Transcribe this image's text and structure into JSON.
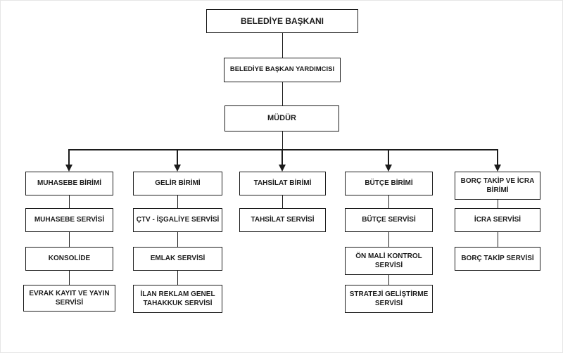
{
  "colors": {
    "line": "#1c1c1c",
    "box_border": "#1c1c1c",
    "box_background": "#ffffff",
    "text": "#1c1c1c",
    "background": "#ffffff"
  },
  "icons": {
    "down-arrow": "▼"
  },
  "org": {
    "mayor": "BELEDİYE BAŞKANI",
    "deputy": "BELEDİYE BAŞKAN YARDIMCISI",
    "director": "MÜDÜR",
    "branches": [
      {
        "name": "muhasebe",
        "nodes": [
          "MUHASEBE BİRİMİ",
          "MUHASEBE SERVİSİ",
          "KONSOLİDE",
          "EVRAK KAYIT VE YAYIN SERVİSİ"
        ]
      },
      {
        "name": "gelir",
        "nodes": [
          "GELİR BİRİMİ",
          "ÇTV - İŞGALİYE SERVİSİ",
          "EMLAK SERVİSİ",
          "İLAN REKLAM GENEL TAHAKKUK SERVİSİ"
        ]
      },
      {
        "name": "tahsilat",
        "nodes": [
          "TAHSİLAT BİRİMİ",
          "TAHSİLAT SERVİSİ"
        ]
      },
      {
        "name": "butce",
        "nodes": [
          "BÜTÇE BİRİMİ",
          "BÜTÇE SERVİSİ",
          "ÖN MALİ KONTROL SERVİSİ",
          "STRATEJİ GELİŞTİRME SERVİSİ"
        ]
      },
      {
        "name": "borc-takip-icra",
        "nodes": [
          "BORÇ TAKİP VE İCRA BİRİMİ",
          "İCRA SERVİSİ",
          "BORÇ TAKİP SERVİSİ"
        ]
      }
    ]
  }
}
